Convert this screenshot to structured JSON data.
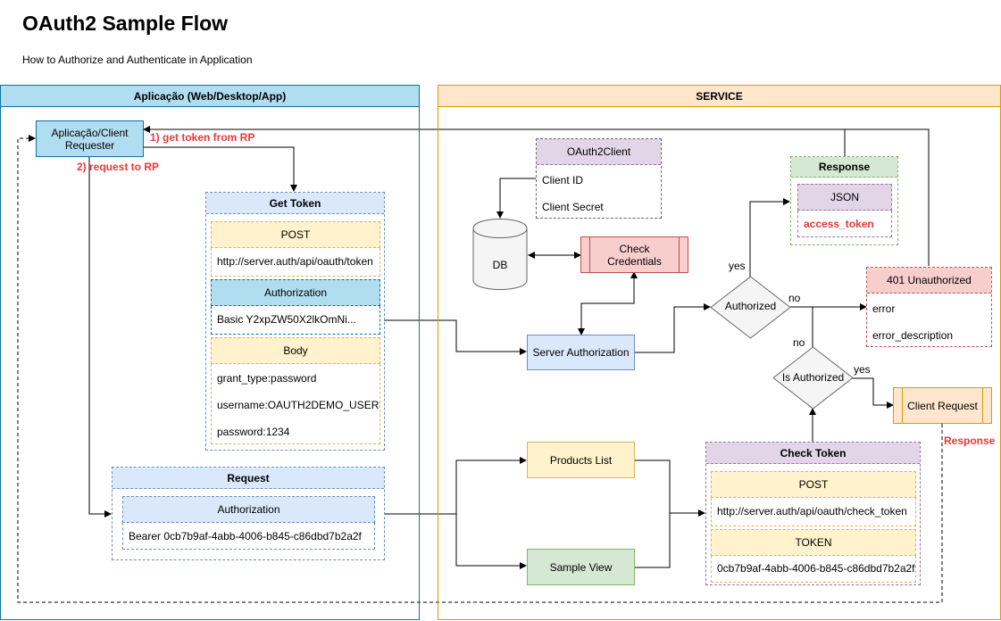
{
  "header": {
    "title": "OAuth2 Sample Flow",
    "subtitle": "How to Authorize and Authenticate in Application"
  },
  "app_pool": {
    "label": "Aplicação (Web/Desktop/App)"
  },
  "service_pool": {
    "label": "SERVICE"
  },
  "client_requester": {
    "label": "Aplicação/Client Requester"
  },
  "edge_labels": {
    "get_token": "1) get token from RP",
    "request_rp": "2) request to RP",
    "yes_authorized": "yes",
    "no_authorized": "no",
    "no_is_authorized": "no",
    "yes_is_authorized": "yes",
    "response": "Response"
  },
  "get_token": {
    "title": "Get Token",
    "method": "POST",
    "url": "http://server.auth/api/oauth/token",
    "auth_header": "Authorization",
    "auth_value": "Basic Y2xpZW50X2lkOmNi...",
    "body_header": "Body",
    "body_rows": [
      "grant_type:password",
      "username:OAUTH2DEMO_USER",
      "password:1234"
    ]
  },
  "request": {
    "title": "Request",
    "auth_header": "Authorization",
    "auth_value": "Bearer 0cb7b9af-4abb-4006-b845-c86dbd7b2a2f"
  },
  "oauth2client": {
    "title": "OAuth2Client",
    "rows": [
      "Client ID",
      "Client Secret"
    ]
  },
  "db": {
    "label": "DB"
  },
  "check_credentials": {
    "label": "Check Credentials"
  },
  "server_authorization": {
    "label": "Server Authorization"
  },
  "authorized_decision": {
    "label": "Authorized"
  },
  "is_authorized_decision": {
    "label": "Is Authorized"
  },
  "response_box": {
    "title": "Response",
    "json_header": "JSON",
    "field": "access_token"
  },
  "unauthorized": {
    "title": "401 Unauthorized",
    "rows": [
      "error",
      "error_description"
    ]
  },
  "client_request": {
    "label": "Client Request"
  },
  "products_list": {
    "label": "Products List"
  },
  "sample_view": {
    "label": "Sample View"
  },
  "check_token": {
    "title": "Check Token",
    "method": "POST",
    "url": "http://server.auth/api/oauth/check_token",
    "token_header": "TOKEN",
    "token_value": "0cb7b9af-4abb-4006-b845-c86dbd7b2a2f"
  },
  "colors": {
    "blue_fill": "#b1ddf0",
    "blue_stroke": "#10739e",
    "orange_fill": "#ffe6cc",
    "orange_stroke": "#d79b00",
    "lightblue_fill": "#dae8fc",
    "lightblue_stroke": "#6c8ebf",
    "yellow_fill": "#fff2cc",
    "yellow_stroke": "#d6b656",
    "purple_fill": "#e1d5e7",
    "purple_stroke": "#9673a6",
    "green_fill": "#d5e8d4",
    "green_stroke": "#82b366",
    "red_fill": "#f8cecc",
    "red_stroke": "#b85450",
    "label_red": "#e8393a"
  }
}
